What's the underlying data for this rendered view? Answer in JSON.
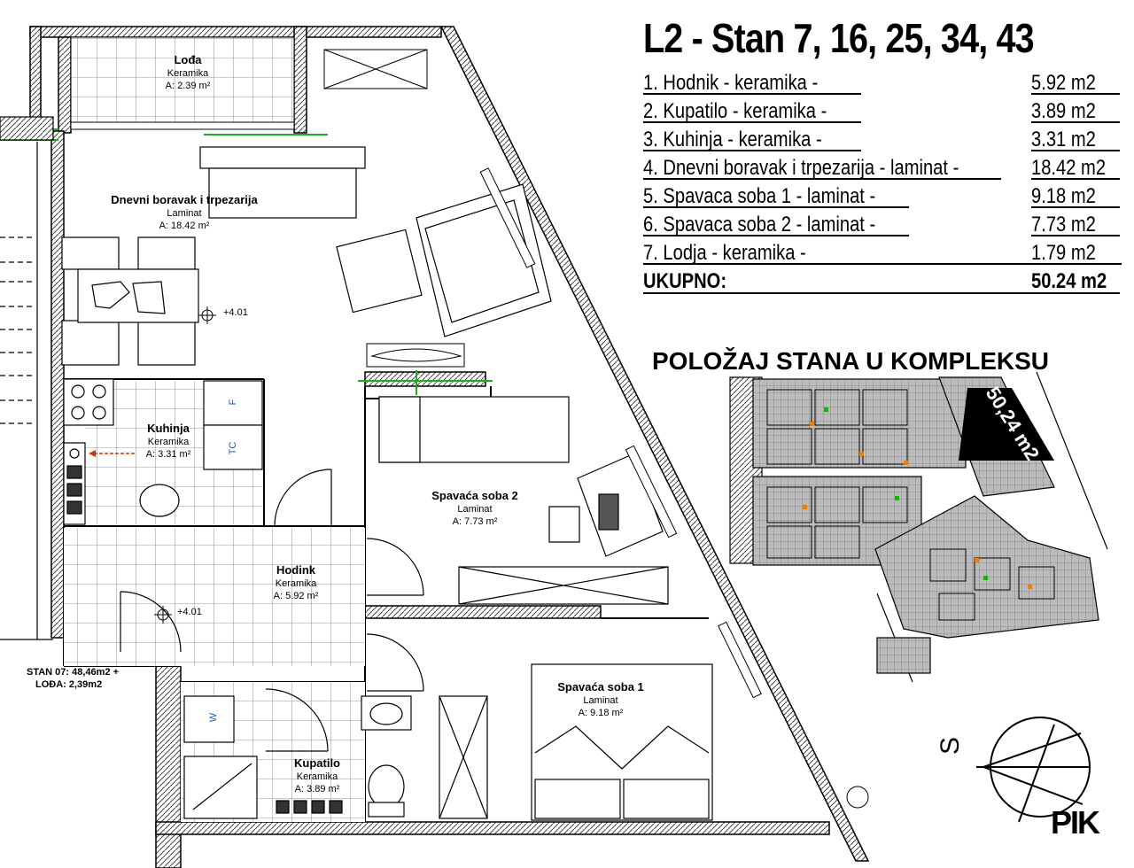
{
  "plan": {
    "rooms": [
      {
        "name": "Lođa",
        "floor": "Keramika",
        "area": "A: 2.39 m²"
      },
      {
        "name": "Dnevni boravak i trpezarija",
        "floor": "Laminat",
        "area": "A: 18.42 m²"
      },
      {
        "name": "Kuhinja",
        "floor": "Keramika",
        "area": "A: 3.31 m²"
      },
      {
        "name": "Hodink",
        "floor": "Keramika",
        "area": "A: 5.92 m²"
      },
      {
        "name": "Spavaća soba 2",
        "floor": "Laminat",
        "area": "A: 7.73 m²"
      },
      {
        "name": "Spavaća soba 1",
        "floor": "Laminat",
        "area": "A: 9.18 m²"
      },
      {
        "name": "Kupatilo",
        "floor": "Keramika",
        "area": "A: 3.89 m²"
      }
    ],
    "levels": [
      "+4.01",
      "+4.01"
    ],
    "fixtures": {
      "fridge": "F",
      "dryer": "TC",
      "washer": "W"
    },
    "stan_note": {
      "line1": "STAN 07: 48,46m2 +",
      "line2": "LOĐA: 2,39m2"
    }
  },
  "header": {
    "title": "L2 - Stan 7, 16, 25, 34, 43"
  },
  "areas": {
    "rows": [
      {
        "name": "1. Hodnik - keramika -",
        "value": "5.92 m2"
      },
      {
        "name": "2. Kupatilo - keramika -",
        "value": "3.89 m2"
      },
      {
        "name": "3. Kuhinja - keramika -",
        "value": "3.31 m2"
      },
      {
        "name": "4. Dnevni boravak i trpezarija - laminat -",
        "value": "18.42 m2"
      },
      {
        "name": "5. Spavaca soba 1 - laminat -",
        "value": "9.18 m2"
      },
      {
        "name": "6. Spavaca soba 2 - laminat -",
        "value": "7.73 m2"
      },
      {
        "name": "7. Lodja - keramika -",
        "value": "1.79 m2"
      }
    ],
    "total": {
      "label": "UKUPNO:",
      "value": "50.24 m2"
    }
  },
  "position": {
    "heading": "POLOŽAJ STANA U KOMPLEKSU",
    "badge": "50,24 m2"
  },
  "compass": {
    "label": "S"
  },
  "logo": {
    "text": "PIK"
  },
  "colors": {
    "wall": "#000000",
    "hatch": "#666666",
    "green": "#22aa22",
    "arrow": "#cc3300",
    "badge_bg": "#000000"
  }
}
